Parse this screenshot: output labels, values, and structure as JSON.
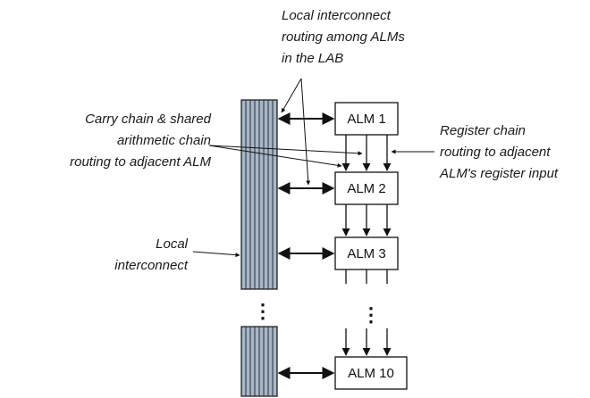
{
  "annotations": {
    "local_routing": [
      "Local interconnect",
      "routing among ALMs",
      "in the LAB"
    ],
    "carry_chain": [
      "Carry chain & shared",
      "arithmetic chain",
      "routing to adjacent ALM"
    ],
    "register_chain": [
      "Register chain",
      "routing to adjacent",
      "ALM's register input"
    ],
    "local_interconnect": [
      "Local",
      "interconnect"
    ]
  },
  "alms": [
    "ALM 1",
    "ALM 2",
    "ALM 3",
    "ALM 10"
  ],
  "ellipsis": "⋮",
  "colors": {
    "bus_fill": "#a7b7c8",
    "bus_stripe": "#2a2f36",
    "stroke": "#111111"
  }
}
